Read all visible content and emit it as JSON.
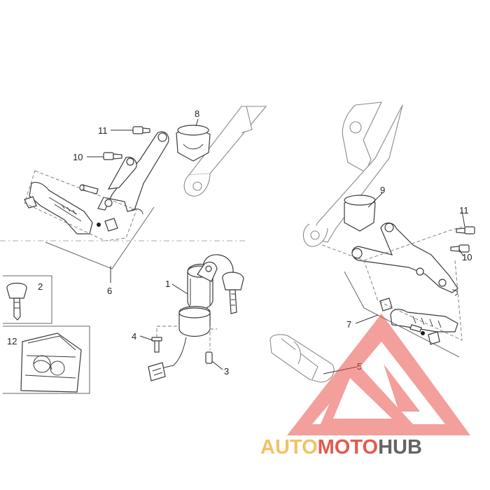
{
  "callouts": {
    "c1": "1",
    "c2": "2",
    "c3": "3",
    "c4": "4",
    "c5": "5",
    "c6": "6",
    "c7": "7",
    "c8": "8",
    "c9": "9",
    "c10a": "10",
    "c10b": "10",
    "c11a": "11",
    "c11b": "11",
    "c12": "12"
  },
  "watermark": {
    "auto": "AUTO",
    "moto": "MOTO",
    "hub": "HUB",
    "colors": {
      "auto": "#f0b84e",
      "moto": "#e23b2f",
      "hub": "#4a4a4a"
    }
  }
}
